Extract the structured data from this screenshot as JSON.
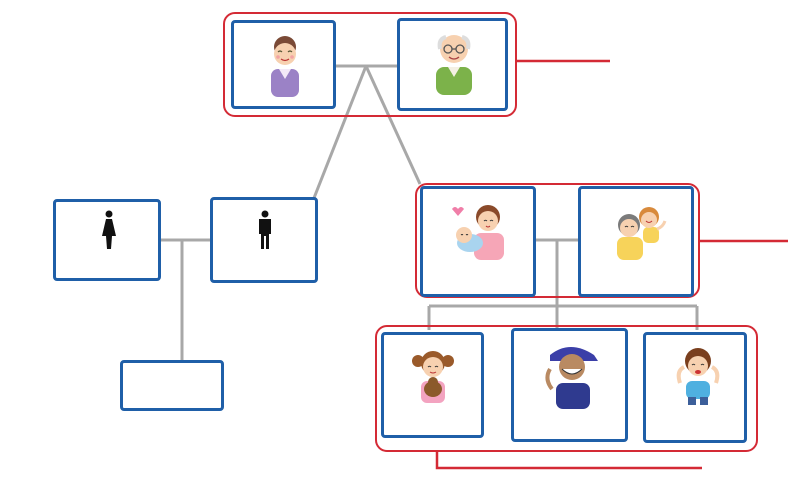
{
  "diagram": {
    "colors": {
      "card_border": "#1f5fa8",
      "group_border": "#d42a35",
      "connector": "#a8a8a8",
      "background": "#ffffff"
    },
    "members": [
      {
        "id": "grandmother",
        "icon": "grandmother-icon"
      },
      {
        "id": "grandfather",
        "icon": "grandfather-icon"
      },
      {
        "id": "woman",
        "icon": "female-symbol-icon"
      },
      {
        "id": "man",
        "icon": "male-symbol-icon"
      },
      {
        "id": "mother",
        "icon": "mother-with-baby-icon"
      },
      {
        "id": "father",
        "icon": "father-with-child-icon"
      },
      {
        "id": "girl",
        "icon": "girl-with-bear-icon"
      },
      {
        "id": "teen-boy",
        "icon": "teen-boy-icon"
      },
      {
        "id": "little-boy",
        "icon": "little-boy-icon"
      },
      {
        "id": "empty",
        "icon": ""
      }
    ]
  }
}
